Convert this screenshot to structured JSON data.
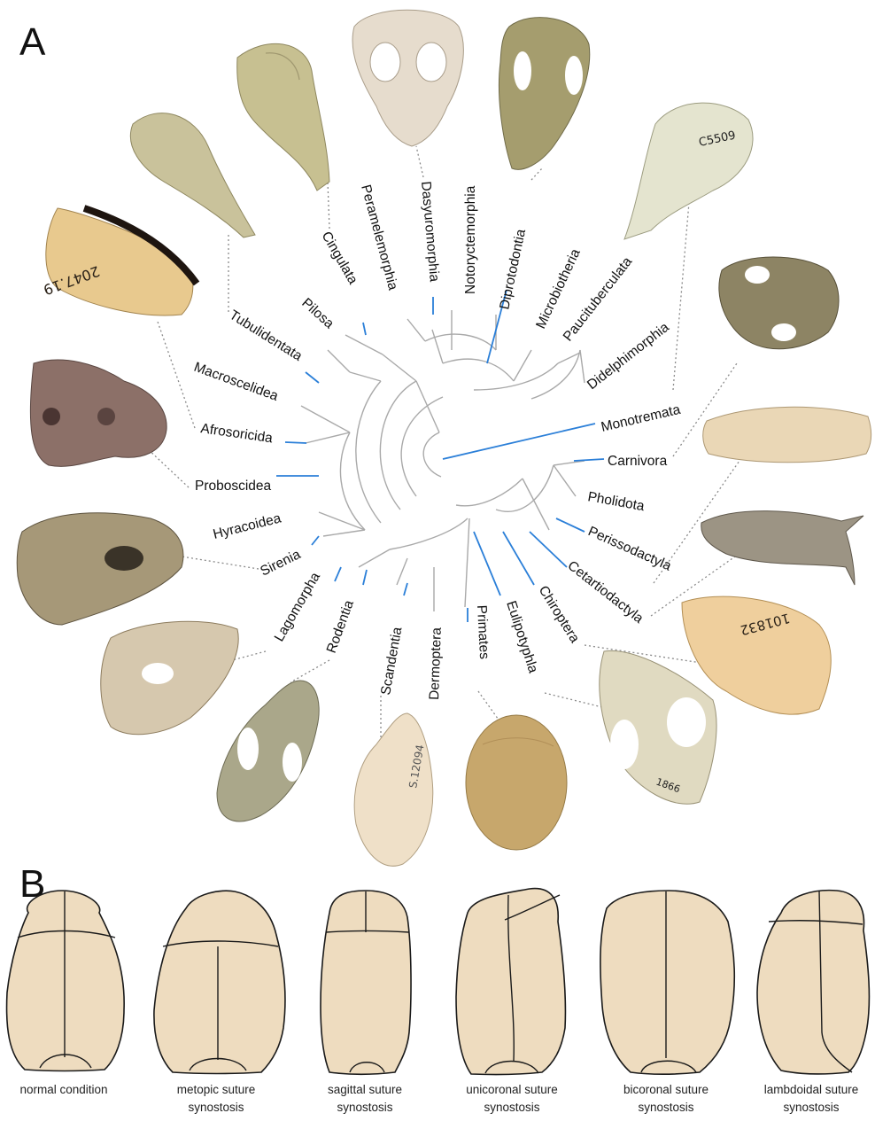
{
  "panel_a": {
    "label": "A",
    "taxa": [
      {
        "id": "cingulata",
        "name": "Cingulata"
      },
      {
        "id": "peramelemorphia",
        "name": "Peramelemorphia"
      },
      {
        "id": "dasyuromorphia",
        "name": "Dasyuromorphia"
      },
      {
        "id": "notoryctemorphia",
        "name": "Notoryctemorphia"
      },
      {
        "id": "diprotodontia",
        "name": "Diprotodontia"
      },
      {
        "id": "microbiotheria",
        "name": "Microbiotheria"
      },
      {
        "id": "paucituberculata",
        "name": "Paucituberculata"
      },
      {
        "id": "didelphimorphia",
        "name": "Didelphimorphia"
      },
      {
        "id": "pilosa",
        "name": "Pilosa"
      },
      {
        "id": "tubulidentata",
        "name": "Tubulidentata"
      },
      {
        "id": "macroscelidea",
        "name": "Macroscelidea"
      },
      {
        "id": "afrosoricida",
        "name": "Afrosoricida"
      },
      {
        "id": "monotremata",
        "name": "Monotremata"
      },
      {
        "id": "proboscidea",
        "name": "Proboscidea"
      },
      {
        "id": "carnivora",
        "name": "Carnivora"
      },
      {
        "id": "pholidota",
        "name": "Pholidota"
      },
      {
        "id": "hyracoidea",
        "name": "Hyracoidea"
      },
      {
        "id": "perissodactyla",
        "name": "Perissodactyla"
      },
      {
        "id": "sirenia",
        "name": "Sirenia"
      },
      {
        "id": "cetartiodactyla",
        "name": "Cetartiodactyla"
      },
      {
        "id": "lagomorpha",
        "name": "Lagomorpha"
      },
      {
        "id": "rodentia",
        "name": "Rodentia"
      },
      {
        "id": "scandentia",
        "name": "Scandentia"
      },
      {
        "id": "dermoptera",
        "name": "Dermoptera"
      },
      {
        "id": "primates",
        "name": "Primates"
      },
      {
        "id": "eulipotyphla",
        "name": "Eulipotyphla"
      },
      {
        "id": "chiroptera",
        "name": "Chiroptera"
      }
    ],
    "specimen_numbers": [
      "2047.19",
      "C5509",
      "101832",
      "1866",
      "S.12094"
    ]
  },
  "panel_b": {
    "label": "B",
    "conditions": [
      {
        "line1": "normal condition",
        "line2": ""
      },
      {
        "line1": "metopic suture",
        "line2": "synostosis"
      },
      {
        "line1": "sagittal suture",
        "line2": "synostosis"
      },
      {
        "line1": "unicoronal suture",
        "line2": "synostosis"
      },
      {
        "line1": "bicoronal suture",
        "line2": "synostosis"
      },
      {
        "line1": "lambdoidal suture",
        "line2": "synostosis"
      }
    ]
  },
  "colors": {
    "highlight_branch": "#2b7fd8",
    "tree_branch": "#a9a9a9",
    "skull_fill": "#eedcbf"
  }
}
